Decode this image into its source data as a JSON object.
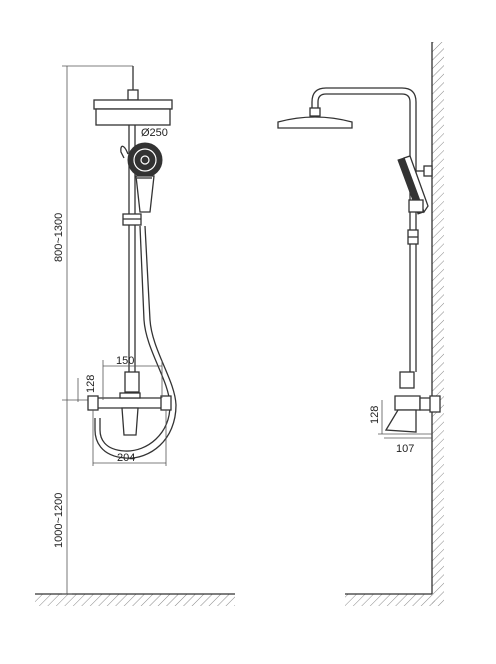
{
  "dimensions": {
    "head_diameter": "Ø250",
    "height_top": "800~1300",
    "height_bottom": "1000~1200",
    "valve_width": "150",
    "valve_height_front": "128",
    "inlet_spacing": "204",
    "valve_height_side": "128",
    "valve_depth": "107"
  },
  "colors": {
    "line": "#333333",
    "hatch": "#888888",
    "background": "#ffffff"
  },
  "icons": [
    "shower-head",
    "hand-shower",
    "mixer-valve",
    "wall-hatch",
    "floor-hatch"
  ]
}
